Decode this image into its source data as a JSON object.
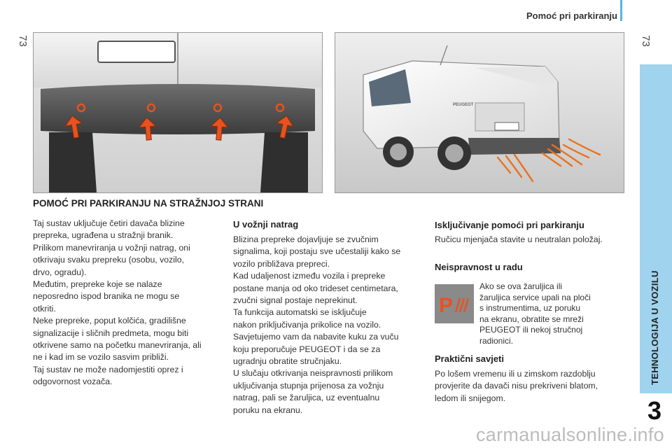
{
  "header": {
    "page_left": "73",
    "page_right": "73",
    "title": "Pomoć pri parkiranju"
  },
  "side": {
    "tab_label": "TEHNOLOGIJA U VOZILU",
    "chapter_number": "3"
  },
  "main": {
    "section_title": "POMOĆ PRI PARKIRANJU NA STRAŽNJOJ STRANI",
    "col1_lines": [
      "Taj sustav uključuje četiri davača blizine",
      "prepreka, ugrađena u stražnji branik.",
      "Prilikom manevriranja u vožnji natrag, oni",
      "otkrivaju svaku prepreku (osobu, vozilo,",
      "drvo, ogradu).",
      "Međutim, prepreke koje se nalaze",
      "neposredno ispod branika ne mogu se",
      "otkriti.",
      "Neke prepreke, poput kolčića, gradilišne",
      "signalizacije i sličnih predmeta, mogu biti",
      "otkrivene samo na početku manevriranja, ali",
      "ne i kad im se vozilo sasvim približi.",
      "Taj sustav ne može nadomjestiti oprez i",
      "odgovornost vozača."
    ],
    "col2_title": "U vožnji natrag",
    "col2_lines": [
      "Blizina prepreke dojavljuje se zvučnim",
      "signalima, koji postaju sve učestaliji kako se",
      "vozilo približava prepreci.",
      "Kad udaljenost između vozila i prepreke",
      "postane manja od oko trideset centimetara,",
      "zvučni signal postaje neprekinut.",
      "Ta funkcija automatski se isključuje",
      "nakon priključivanja prikolice na vozilo.",
      "Savjetujemo vam da nabavite kuku za vuču",
      "koju preporučuje PEUGEOT i da se za",
      "ugradnju obratite stručnjaku.",
      "U slučaju otkrivanja neispravnosti prilikom",
      "uključivanja stupnja prijenosa za vožnju",
      "natrag, pali se žaruljica, uz eventualnu",
      "poruku na ekranu."
    ],
    "col3_title1": "Isključivanje pomoći pri parkiranju",
    "col3_text1": [
      "Ručicu mjenjača stavite u neutralan položaj."
    ],
    "col3_title2": "Neispravnost u radu",
    "col3_text2": [
      "Ako se ova žaruljica ili",
      "žaruljica service upali na ploči",
      "s instrumentima, uz poruku",
      "na ekranu, obratite se mreži",
      "PEUGEOT ili nekoj stručnoj",
      "radionici."
    ],
    "col3_title3": "Praktični savjeti",
    "col3_text3": [
      "Po lošem vremenu ili u zimskom razdoblju",
      "provjerite da davači nisu prekriveni blatom,",
      "ledom ili snijegom."
    ]
  },
  "figure2": {
    "van_brand": "PEUGEOT"
  },
  "warning_icon": {
    "letter": "P",
    "color_bg": "#8a8a8a",
    "color_fg": "#e8521e"
  },
  "watermark": "carmanualsonline.info",
  "colors": {
    "accent_bar": "#5ab4e0",
    "side_tab": "#9fd3ee",
    "arrow": "#e8521e"
  }
}
